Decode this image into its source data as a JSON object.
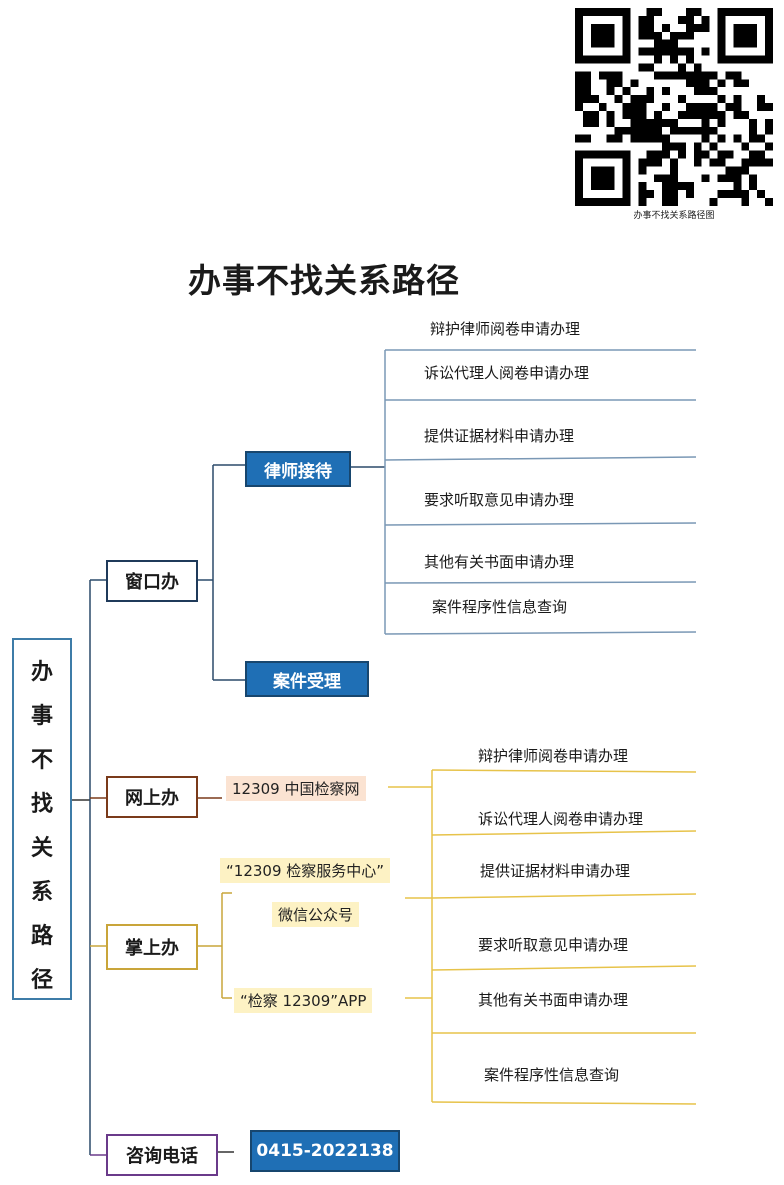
{
  "qr": {
    "caption": "办事不找关系路径图"
  },
  "title": "办事不找关系路径",
  "root": {
    "chars": [
      "办",
      "事",
      "不",
      "找",
      "关",
      "系",
      "路",
      "径"
    ]
  },
  "window": {
    "label": "窗口办",
    "lawyer": {
      "label": "律师接待",
      "items": [
        "辩护律师阅卷申请办理",
        "诉讼代理人阅卷申请办理",
        "提供证据材料申请办理",
        "要求听取意见申请办理",
        "其他有关书面申请办理",
        "案件程序性信息查询"
      ]
    },
    "case": {
      "label": "案件受理"
    }
  },
  "online": {
    "label": "网上办",
    "site": "12309 中国检察网"
  },
  "mobile": {
    "label": "掌上办",
    "wechat_line1": "“12309 检察服务中心”",
    "wechat_line2": "微信公众号",
    "app": "“检察 12309”APP",
    "items": [
      "辩护律师阅卷申请办理",
      "诉讼代理人阅卷申请办理",
      "提供证据材料申请办理",
      "要求听取意见申请办理",
      "其他有关书面申请办理",
      "案件程序性信息查询"
    ]
  },
  "phone": {
    "label": "咨询电话",
    "number": "0415-2022138"
  },
  "colors": {
    "blue": "#1f6fb5",
    "navy": "#1f3a5a",
    "brown": "#7a3a1a",
    "gold": "#e7c34a",
    "purple": "#6a3a8a"
  }
}
